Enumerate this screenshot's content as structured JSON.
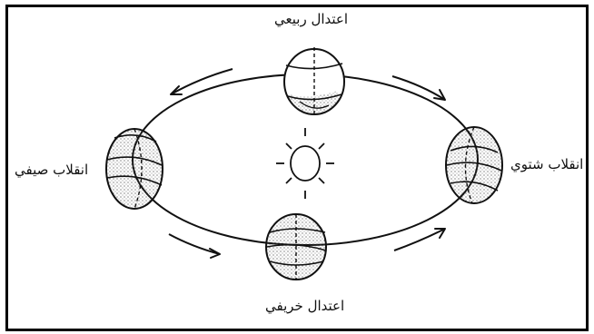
{
  "diagram": {
    "labels": {
      "top": "اعتدال ربيعي",
      "bottom": "اعتدال خريفي",
      "left": "انقلاب صيفي",
      "right": "انقلاب شتوي"
    },
    "colors": {
      "line": "#111111",
      "background": "#ffffff"
    }
  }
}
